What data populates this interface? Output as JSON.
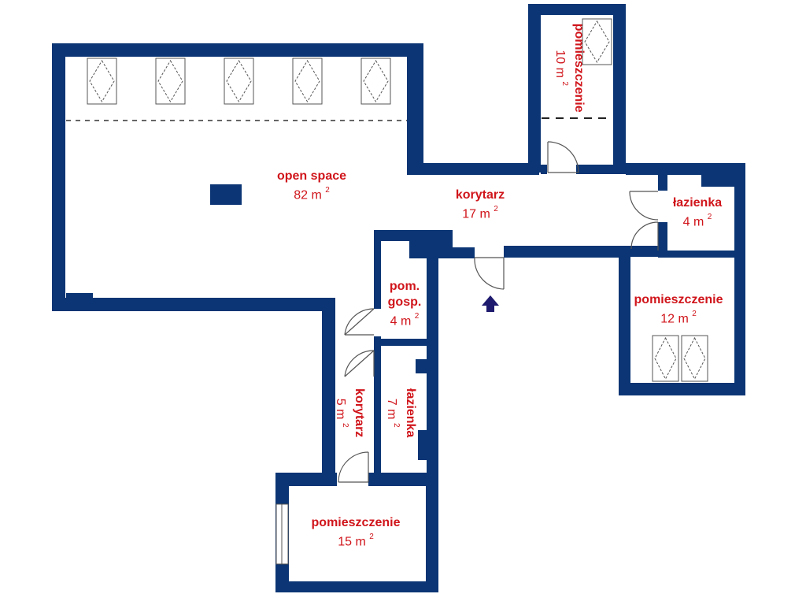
{
  "colors": {
    "wall": "#0b3574",
    "label": "#d0151b",
    "fixture": "#555555",
    "entrance": "#1e1a6e"
  },
  "units": {
    "area_unit": "m",
    "exponent": "2"
  },
  "rooms": [
    {
      "id": "open-space",
      "name": "open space",
      "area": "82"
    },
    {
      "id": "korytarz-main",
      "name": "korytarz",
      "area": "17"
    },
    {
      "id": "pomieszczenie-10",
      "name": "pomieszczenie",
      "area": "10"
    },
    {
      "id": "lazienka-4",
      "name": "łazienka",
      "area": "4"
    },
    {
      "id": "pomieszczenie-12",
      "name": "pomieszczenie",
      "area": "12"
    },
    {
      "id": "pom-gosp",
      "name_line1": "pom.",
      "name_line2": "gosp.",
      "area": "4"
    },
    {
      "id": "korytarz-5",
      "name": "korytarz",
      "area": "5"
    },
    {
      "id": "lazienka-7",
      "name": "łazienka",
      "area": "7"
    },
    {
      "id": "pomieszczenie-15",
      "name": "pomieszczenie",
      "area": "15"
    }
  ],
  "icons": {
    "entrance": "entrance-arrow-icon",
    "skylight": "skylight-icon",
    "door": "door-swing-icon",
    "pillar": "pillar-icon"
  }
}
